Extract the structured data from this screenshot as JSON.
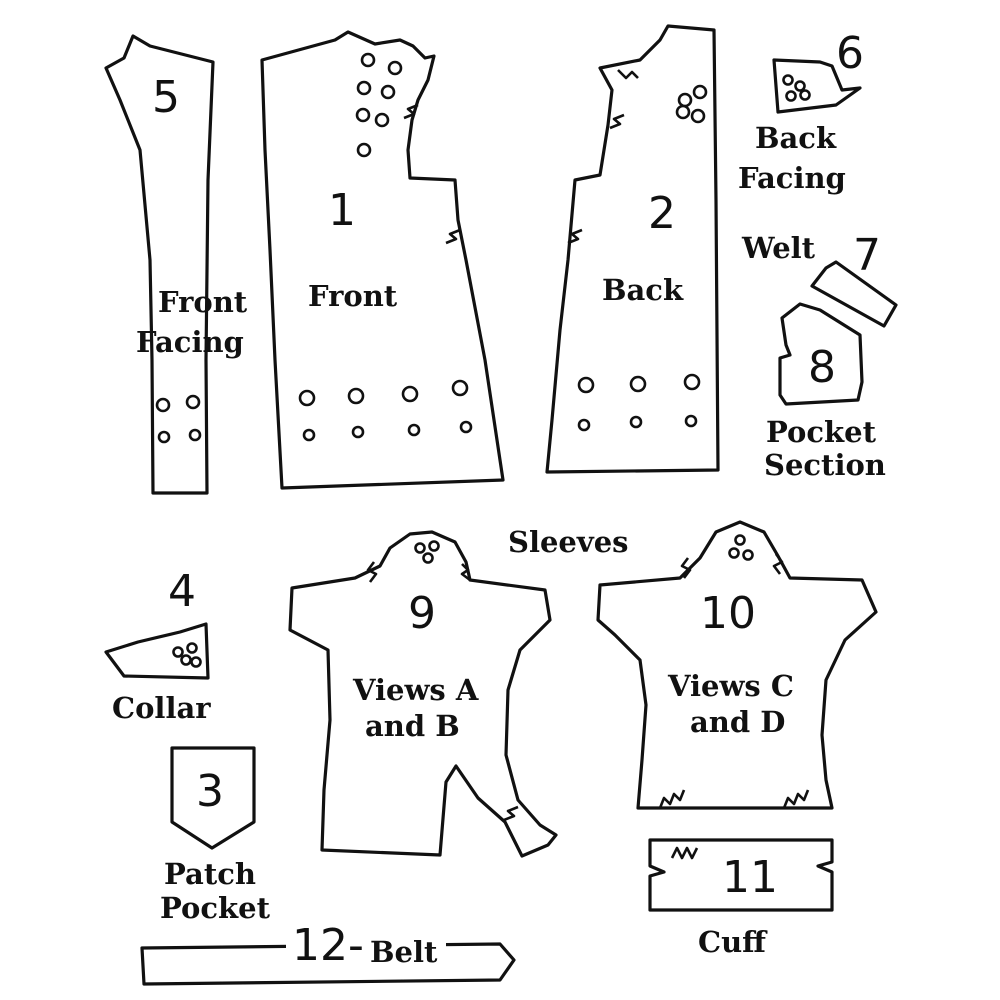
{
  "colors": {
    "ink": "#111111",
    "paper": "#ffffff"
  },
  "pieces": {
    "front": {
      "number": "1",
      "label": "Front"
    },
    "back": {
      "number": "2",
      "label": "Back"
    },
    "patch_pocket": {
      "number": "3",
      "label_line1": "Patch",
      "label_line2": "Pocket"
    },
    "collar": {
      "number": "4",
      "label": "Collar"
    },
    "front_facing": {
      "number": "5",
      "label_line1": "Front",
      "label_line2": "Facing"
    },
    "back_facing": {
      "number": "6",
      "label_line1": "Back",
      "label_line2": "Facing"
    },
    "welt": {
      "number": "7",
      "label": "Welt"
    },
    "pocket_section": {
      "number": "8",
      "label_line1": "Pocket",
      "label_line2": "Section"
    },
    "sleeve_ab": {
      "number": "9",
      "label_line1": "Views A",
      "label_line2": "and  B"
    },
    "sleeve_cd": {
      "number": "10",
      "label_line1": "Views C",
      "label_line2": "and D"
    },
    "cuff": {
      "number": "11",
      "label": "Cuff"
    },
    "belt": {
      "number": "12-",
      "label": "Belt"
    }
  },
  "sleeves_heading": "Sleeves"
}
